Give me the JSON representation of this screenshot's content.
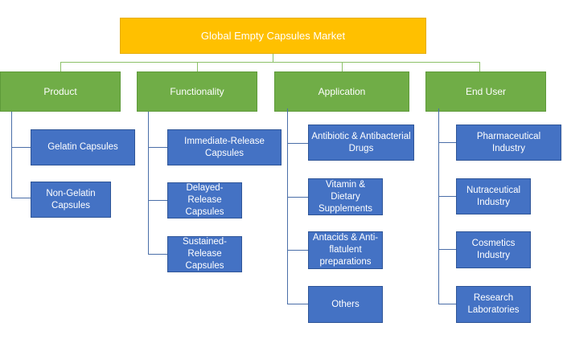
{
  "title": "Global Empty Capsules Market",
  "colors": {
    "root": "#ffc000",
    "category": "#70ad47",
    "leaf": "#4472c4"
  },
  "categories": [
    {
      "label": "Product",
      "items": [
        "Gelatin Capsules",
        "Non-Gelatin Capsules"
      ]
    },
    {
      "label": "Functionality",
      "items": [
        "Immediate-Release Capsules",
        "Delayed-Release Capsules",
        "Sustained-Release Capsules"
      ]
    },
    {
      "label": "Application",
      "items": [
        "Antibiotic & Antibacterial Drugs",
        "Vitamin & Dietary Supplements",
        "Antacids & Anti-flatulent preparations",
        "Others"
      ]
    },
    {
      "label": "End User",
      "items": [
        "Pharmaceutical Industry",
        "Nutraceutical Industry",
        "Cosmetics Industry",
        "Research Laboratories"
      ]
    }
  ]
}
